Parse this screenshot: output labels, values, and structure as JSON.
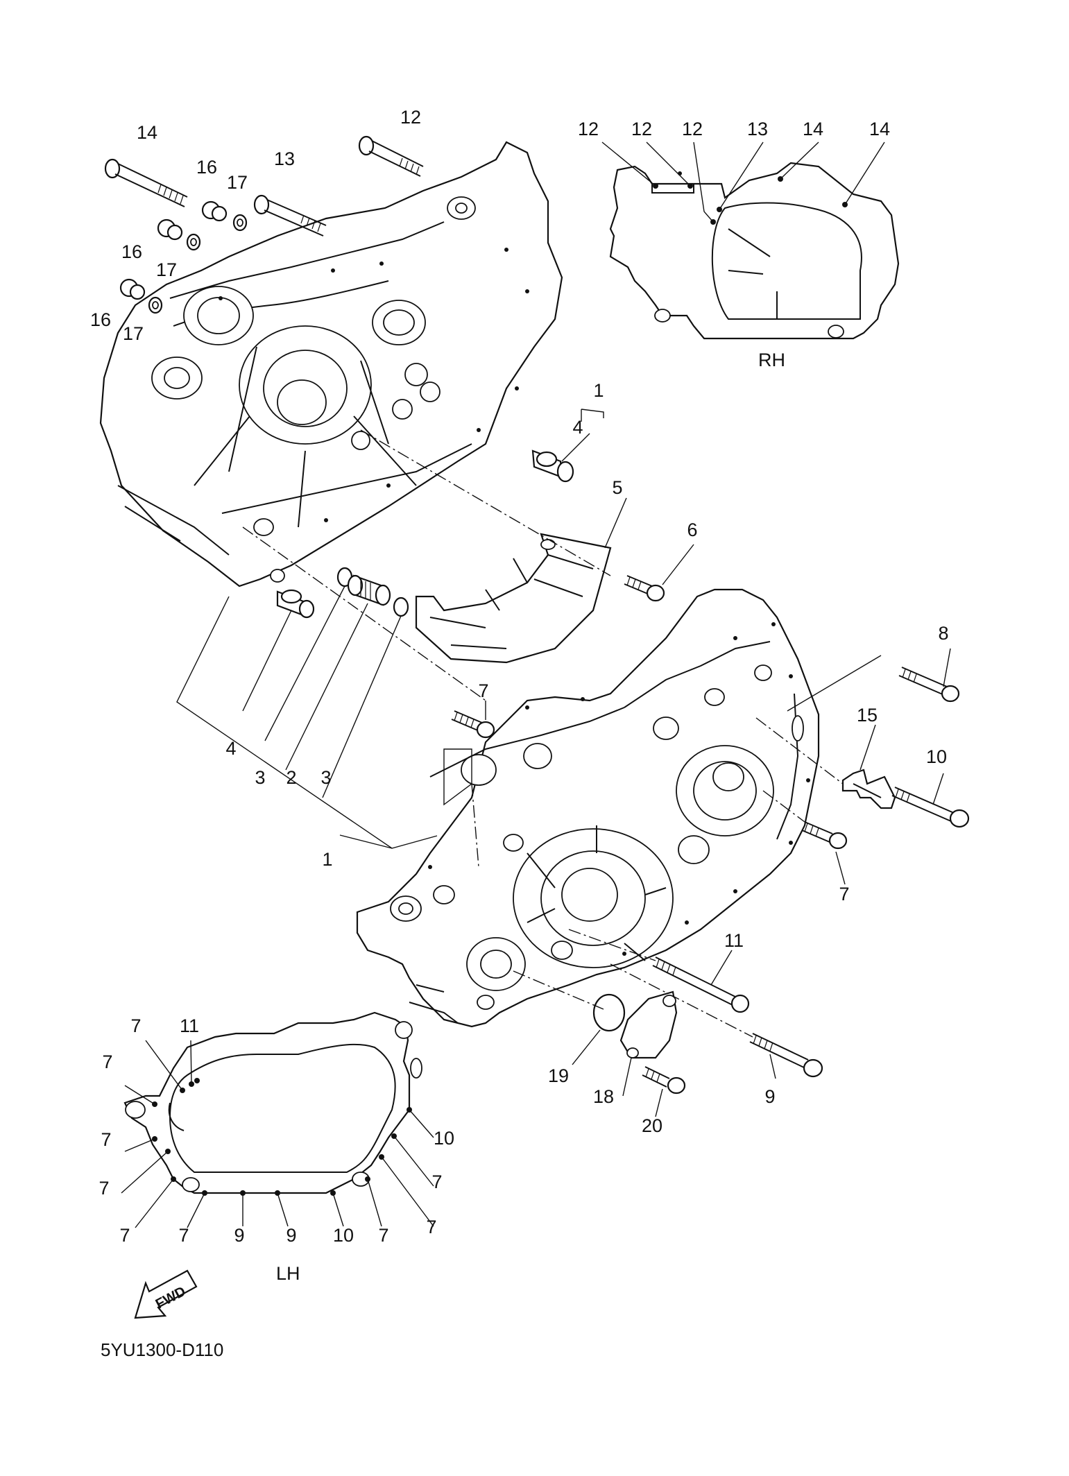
{
  "diagram": {
    "code": "5YU1300-D110",
    "side_labels": {
      "rh": "RH",
      "lh": "LH"
    },
    "fwd_arrow_text": "FWD",
    "callouts": [
      {
        "id": "c14a",
        "text": "14"
      },
      {
        "id": "c16a",
        "text": "16"
      },
      {
        "id": "c17a",
        "text": "17"
      },
      {
        "id": "c13a",
        "text": "13"
      },
      {
        "id": "c12a",
        "text": "12"
      },
      {
        "id": "c16b",
        "text": "16"
      },
      {
        "id": "c17b",
        "text": "17"
      },
      {
        "id": "c16c",
        "text": "16"
      },
      {
        "id": "c17c",
        "text": "17"
      },
      {
        "id": "c12b",
        "text": "12"
      },
      {
        "id": "c12c",
        "text": "12"
      },
      {
        "id": "c12d",
        "text": "12"
      },
      {
        "id": "c13b",
        "text": "13"
      },
      {
        "id": "c14b",
        "text": "14"
      },
      {
        "id": "c14c",
        "text": "14"
      },
      {
        "id": "c1a",
        "text": "1"
      },
      {
        "id": "c4a",
        "text": "4"
      },
      {
        "id": "c5",
        "text": "5"
      },
      {
        "id": "c6",
        "text": "6"
      },
      {
        "id": "c8",
        "text": "8"
      },
      {
        "id": "c15",
        "text": "15"
      },
      {
        "id": "c10a",
        "text": "10"
      },
      {
        "id": "c7a",
        "text": "7"
      },
      {
        "id": "c4b",
        "text": "4"
      },
      {
        "id": "c3a",
        "text": "3"
      },
      {
        "id": "c2",
        "text": "2"
      },
      {
        "id": "c3b",
        "text": "3"
      },
      {
        "id": "c1b",
        "text": "1"
      },
      {
        "id": "c7b",
        "text": "7"
      },
      {
        "id": "c11a",
        "text": "11"
      },
      {
        "id": "c9a",
        "text": "9"
      },
      {
        "id": "c19",
        "text": "19"
      },
      {
        "id": "c18",
        "text": "18"
      },
      {
        "id": "c20",
        "text": "20"
      },
      {
        "id": "c7c",
        "text": "7"
      },
      {
        "id": "c11b",
        "text": "11"
      },
      {
        "id": "c7d",
        "text": "7"
      },
      {
        "id": "c7e",
        "text": "7"
      },
      {
        "id": "c10b",
        "text": "10"
      },
      {
        "id": "c7f",
        "text": "7"
      },
      {
        "id": "c7g",
        "text": "7"
      },
      {
        "id": "c7h",
        "text": "7"
      },
      {
        "id": "c7i",
        "text": "7"
      },
      {
        "id": "c9b",
        "text": "9"
      },
      {
        "id": "c9c",
        "text": "9"
      },
      {
        "id": "c10c",
        "text": "10"
      },
      {
        "id": "c7j",
        "text": "7"
      },
      {
        "id": "c7k",
        "text": "7"
      }
    ]
  }
}
